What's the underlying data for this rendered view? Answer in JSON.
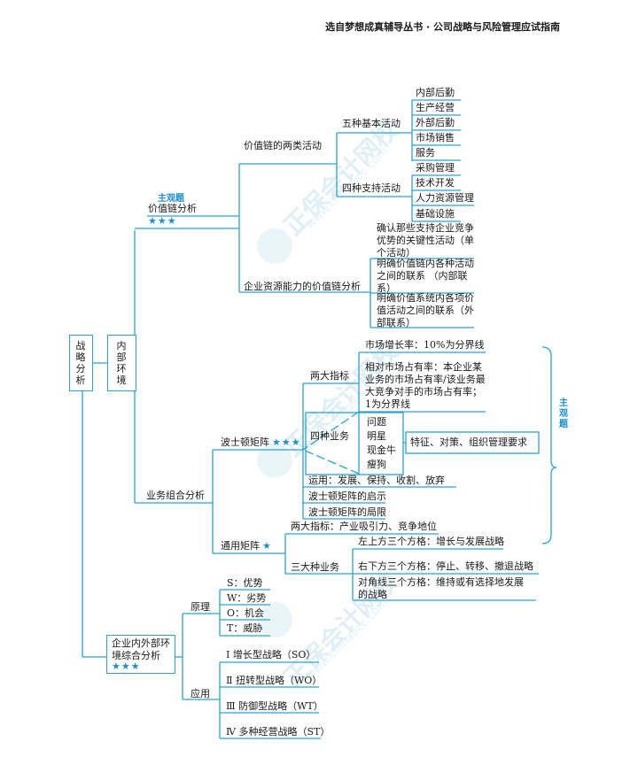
{
  "header": {
    "title": "选自梦想成真辅导丛书 · 公司战略与风险管理应试指南"
  },
  "watermark": {
    "text": "正保会计网校",
    "url": "www.chinaacc.com"
  },
  "colors": {
    "line": "#2aa3cf",
    "accent": "#1d8fcf"
  },
  "root": {
    "label": "战略分析",
    "child": "内部环境"
  },
  "value_chain": {
    "label": "价值链分析",
    "tag": "主观题",
    "stars": "★★★",
    "two_types": {
      "label": "价值链的两类活动",
      "basic": {
        "label": "五种基本活动",
        "items": [
          "内部后勤",
          "生产经营",
          "外部后勤",
          "市场销售",
          "服务"
        ]
      },
      "support": {
        "label": "四种支持活动",
        "items": [
          "采购管理",
          "技术开发",
          "人力资源管理",
          "基础设施"
        ]
      }
    },
    "capability": {
      "label": "企业资源能力的价值链分析",
      "items": [
        "确认那些支持企业竞争优势的关键性活动（单个活动）",
        "明确价值链内各种活动之间的联系 （内部联系）",
        "明确价值系统内各项价值活动之间的联系（外部联系）"
      ]
    }
  },
  "portfolio": {
    "label": "业务组合分析",
    "bcg": {
      "label": "波士顿矩阵",
      "stars": "★★★",
      "indicators": {
        "label": "两大指标",
        "growth": "市场增长率：10%为分界线",
        "share": "相对市场占有率：本企业某业务的市场占有率/该业务最大竞争对手的市场占有率； 1为分界线"
      },
      "businesses": {
        "label": "四种业务",
        "items": [
          "问题",
          "明星",
          "现金牛",
          "瘦狗"
        ],
        "features": "特征、对策、组织管理要求"
      },
      "side_tag": "主观题",
      "others": [
        "运用：发展、保持、收割、放弃",
        "波士顿矩阵的启示",
        "波士顿矩阵的局限"
      ]
    },
    "ge": {
      "label": "通用矩阵",
      "stars": "★",
      "indicators": "两大指标：产业吸引力、竞争地位",
      "three": {
        "label": "三大种业务",
        "items": [
          "左上方三个方格：增长与发展战略",
          "右下方三个方格：停止、转移、撤退战略",
          "对角线三个方格：维持或有选择地发展的战略"
        ]
      }
    }
  },
  "swot": {
    "label": "企业内外部环境综合分析",
    "stars": "★★★",
    "principle": {
      "label": "原理",
      "items": [
        "S：优势",
        "W：劣势",
        "O：机会",
        "T：威胁"
      ]
    },
    "application": {
      "label": "应用",
      "items": [
        "Ⅰ 增长型战略（SO）",
        "Ⅱ 扭转型战略（WO）",
        "Ⅲ 防御型战略（WT）",
        "Ⅳ 多种经营战略（ST）"
      ]
    }
  }
}
